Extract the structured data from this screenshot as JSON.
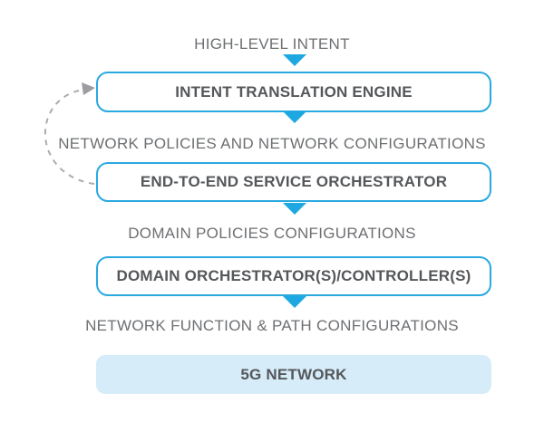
{
  "diagram": {
    "description": "Intent-based networking architecture flow",
    "flow": {
      "intent_label": "HIGH-LEVEL INTENT",
      "intent_translation_engine": "INTENT TRANSLATION ENGINE",
      "network_policies_label": "NETWORK POLICIES AND NETWORK CONFIGURATIONS",
      "service_orchestrator": "END-TO-END SERVICE ORCHESTRATOR",
      "domain_policies_label": "DOMAIN POLICIES CONFIGURATIONS",
      "domain_orchestrator": "DOMAIN ORCHESTRATOR(S)/CONTROLLER(S)",
      "network_function_label": "NETWORK FUNCTION & PATH CONFIGURATIONS",
      "network_5g": "5G NETWORK"
    },
    "colors": {
      "accent_blue_border": "#29a9e0",
      "arrow_blue": "#1ea8e1",
      "filled_box_light_blue": "#d6ecf8",
      "box_title_text": "#55575b",
      "label_text": "#6d6f72",
      "feedback_arrow_gray": "#a9abae"
    }
  }
}
